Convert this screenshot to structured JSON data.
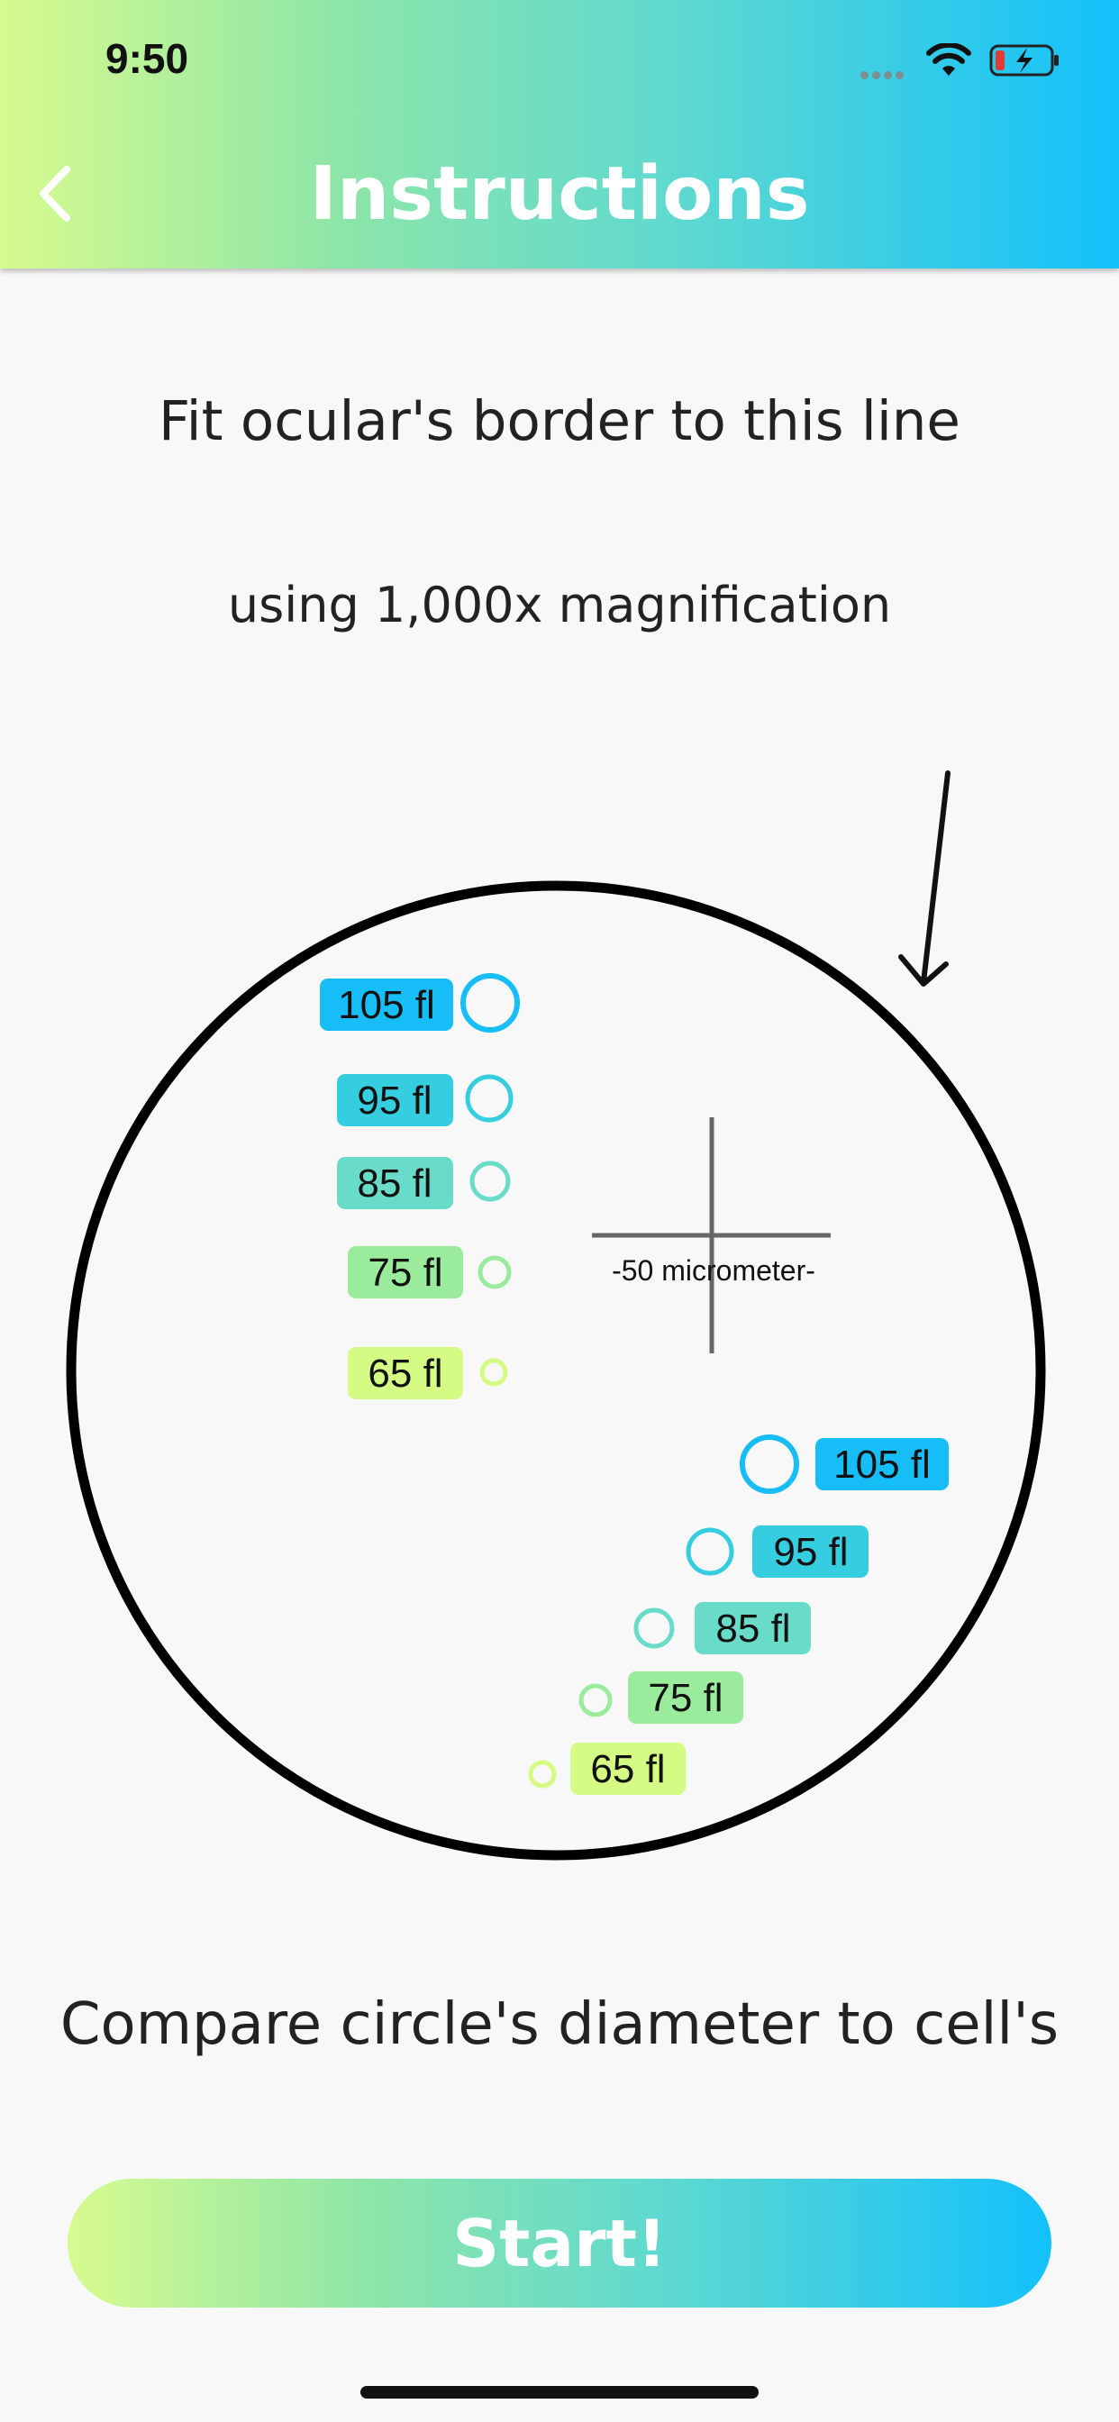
{
  "status_bar": {
    "time": "9:50"
  },
  "header": {
    "title": "Instructions",
    "back_icon": "chevron-left-icon"
  },
  "instructions": {
    "line1": "Fit ocular's border to this line",
    "line2": "using 1,000x magnification",
    "line3": "Compare circle's diameter to cell's"
  },
  "diagram": {
    "scale_label": "-50 micrometer-",
    "left_sizes": [
      {
        "label": "105 fl",
        "color": "#16bdf6"
      },
      {
        "label": "95 fl",
        "color": "#35cde0"
      },
      {
        "label": "85 fl",
        "color": "#69dcc9"
      },
      {
        "label": "75 fl",
        "color": "#9aec9c"
      },
      {
        "label": "65 fl",
        "color": "#d4fb83"
      }
    ],
    "right_sizes": [
      {
        "label": "105 fl",
        "color": "#16bdf6"
      },
      {
        "label": "95 fl",
        "color": "#35cde0"
      },
      {
        "label": "85 fl",
        "color": "#69dcc9"
      },
      {
        "label": "75 fl",
        "color": "#9aec9c"
      },
      {
        "label": "65 fl",
        "color": "#d4fb83"
      }
    ]
  },
  "start_button": {
    "label": "Start!"
  },
  "colors": {
    "gradient_start": "#d7fb8e",
    "gradient_end": "#13c1fb",
    "background": "#f8f8f8"
  }
}
